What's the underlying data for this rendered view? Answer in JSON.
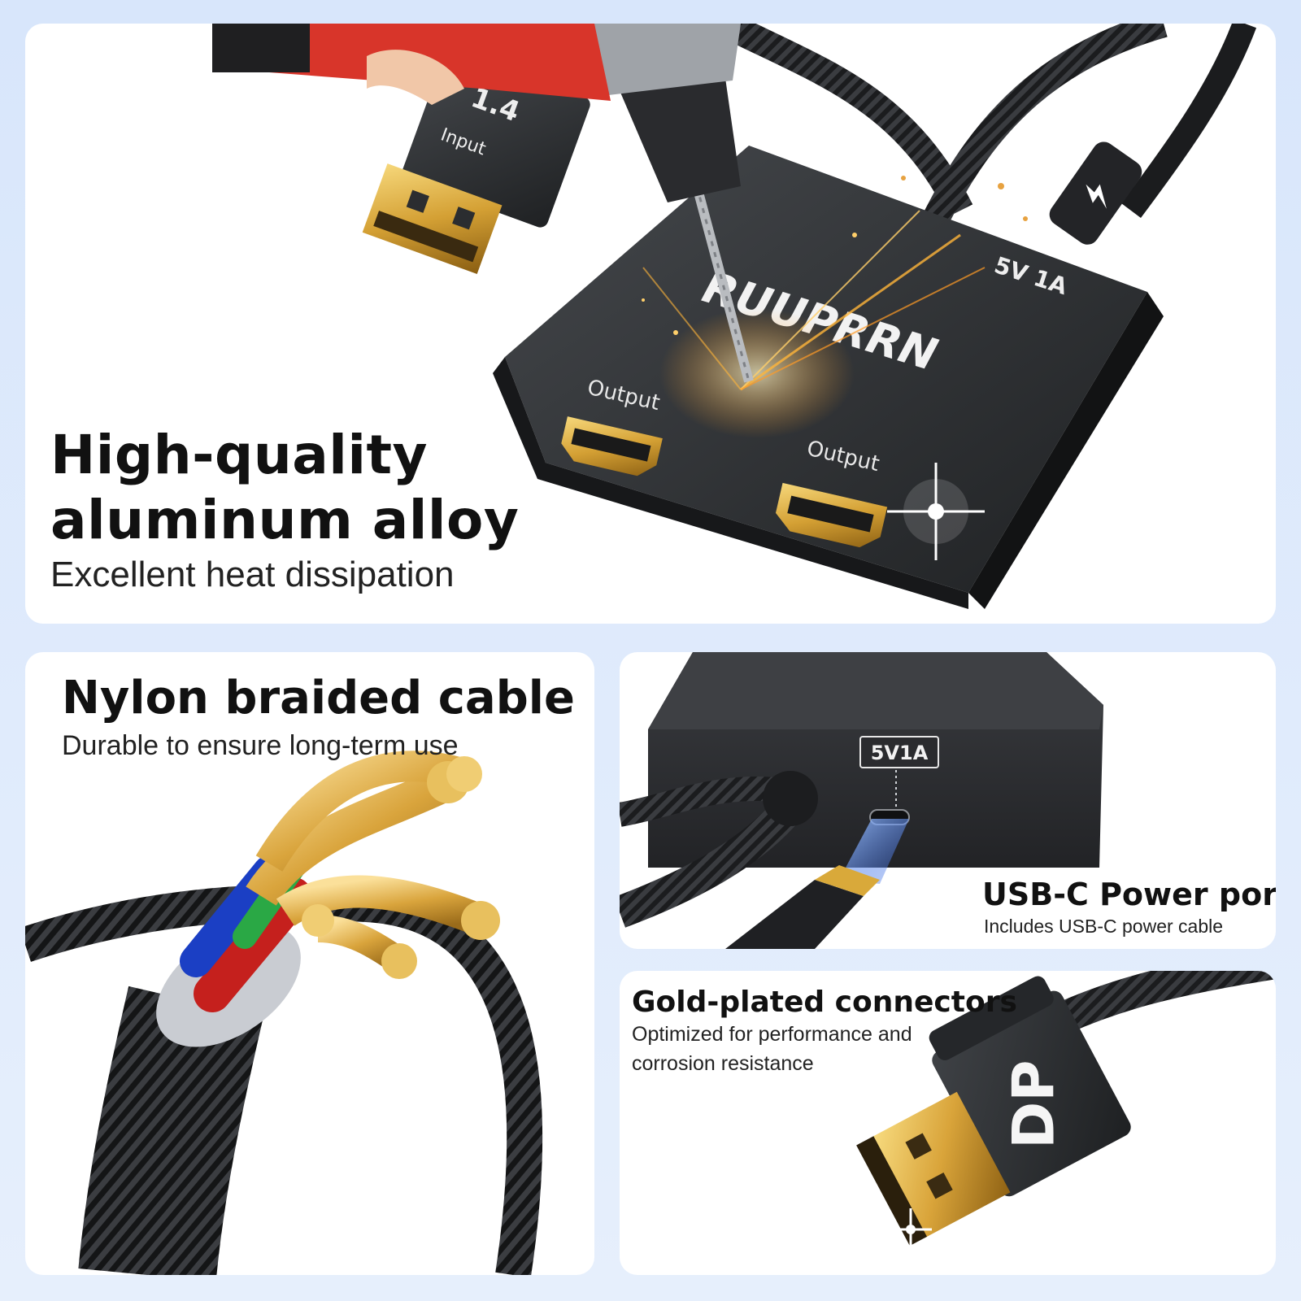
{
  "aluminum_panel": {
    "heading_line1": "High-quality",
    "heading_line2": "aluminum alloy",
    "subtitle": "Excellent heat dissipation",
    "brand": "RUUPRRN",
    "input_label": "Input",
    "version_label": "1.4",
    "output_label_left": "Output",
    "output_label_right": "Output",
    "power_label": "5V 1A"
  },
  "cable_panel": {
    "heading": "Nylon braided cable",
    "subtitle": "Durable to ensure long-term use"
  },
  "usbc_panel": {
    "port_label": "5V1A",
    "heading": "USB-C Power port",
    "subtitle": "Includes USB-C power cable"
  },
  "gold_panel": {
    "heading": "Gold-plated connectors",
    "subtitle_line1": "Optimized for performance and",
    "subtitle_line2": "corrosion resistance",
    "connector_label": "DP"
  },
  "colors": {
    "background": "#dce8fb",
    "panel": "#ffffff",
    "device_body": "#2b2d30",
    "gold": "#d9a93a",
    "drill_red": "#d8352a"
  }
}
